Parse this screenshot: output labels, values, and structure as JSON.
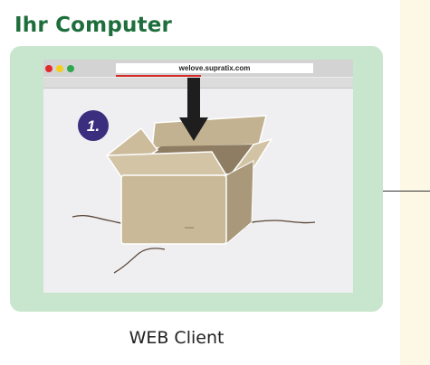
{
  "heading": "Ihr Computer",
  "browser": {
    "url": "welove.supratix.com"
  },
  "step_badge": "1.",
  "caption": "WEB Client",
  "colors": {
    "heading": "#1e6e3c",
    "frame": "#c8e6cd",
    "badge": "#3b2e7e",
    "url_highlight": "#d42a2a",
    "box": "#c9b998",
    "side_panel": "#fdf8e5"
  },
  "icons": [
    "window-control-dots",
    "down-arrow-icon",
    "cardboard-box-icon"
  ]
}
